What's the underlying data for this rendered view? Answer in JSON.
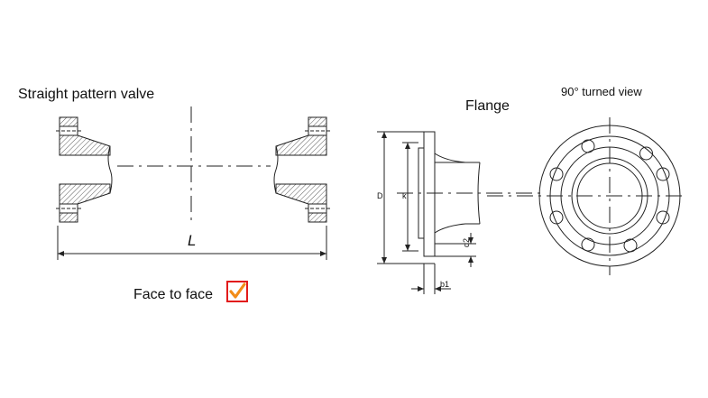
{
  "labels": {
    "valve_title": "Straight pattern valve",
    "flange_title": "Flange",
    "turned_view_title": "90° turned view",
    "face_to_face": "Face to face"
  },
  "dimensions": {
    "length": "L",
    "flange_diameter": "D",
    "bolt_circle": "k",
    "thickness": "b1",
    "spigot": "d2"
  },
  "colors": {
    "line": "#222222",
    "checkbox_border": "#e21b1b",
    "checkmark": "#f28c18"
  },
  "icons": {
    "checkbox": "checkmark-icon"
  }
}
